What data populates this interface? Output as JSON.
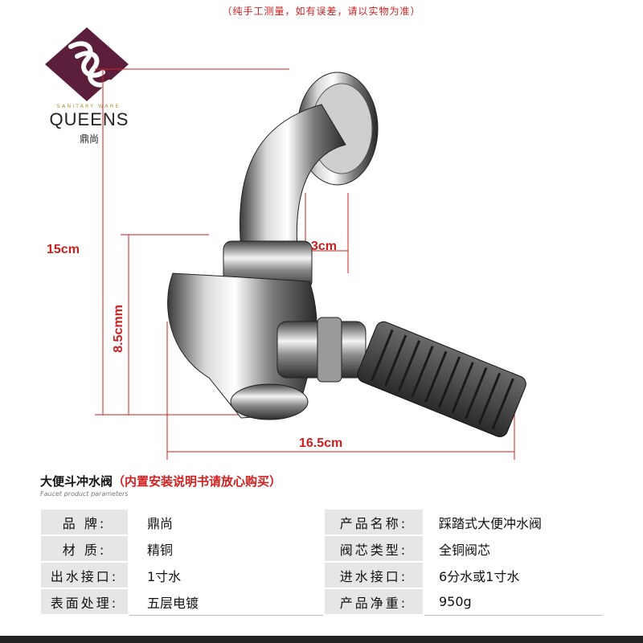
{
  "top_note": "（纯手工测量，如有误差，请以实物为准）",
  "logo": {
    "tagline": "SANITARY WARE",
    "brand": "QUEENS",
    "brand_cn": "鼎尚"
  },
  "dimensions": {
    "total_height": "15cm",
    "inlet_width": "3cm",
    "body_height": "8.5cmm",
    "total_length": "16.5cm"
  },
  "section": {
    "title": "大便斗冲水阀",
    "note": "（内置安装说明书请放心购买）",
    "subtitle": "Faucet product parameters"
  },
  "specs": [
    {
      "label1": "品 牌:",
      "value1": "鼎尚",
      "label2": "产品名称:",
      "value2": "踩踏式大便冲水阀"
    },
    {
      "label1": "材 质:",
      "value1": "精铜",
      "label2": "阀芯类型:",
      "value2": "全铜阀芯"
    },
    {
      "label1": "出水接口:",
      "value1": "1寸水",
      "label2": "进水接口:",
      "value2": "6分水或1寸水"
    },
    {
      "label1": "表面处理:",
      "value1": "五层电镀",
      "label2": "产品净重:",
      "value2": "950g"
    }
  ],
  "colors": {
    "accent_red": "#cc1f1f",
    "logo_purple": "#5b1f3b",
    "logo_gold": "#b0953f",
    "label_bg": "#e6e6e6",
    "bottom_bar": "#222222"
  }
}
